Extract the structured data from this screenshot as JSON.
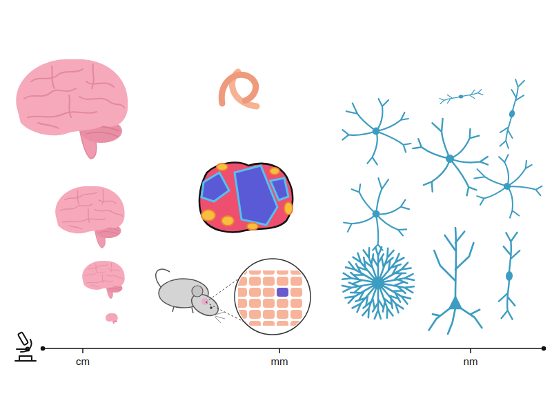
{
  "diagram": {
    "labels": [
      "cm",
      "mm",
      "nm"
    ]
  }
}
